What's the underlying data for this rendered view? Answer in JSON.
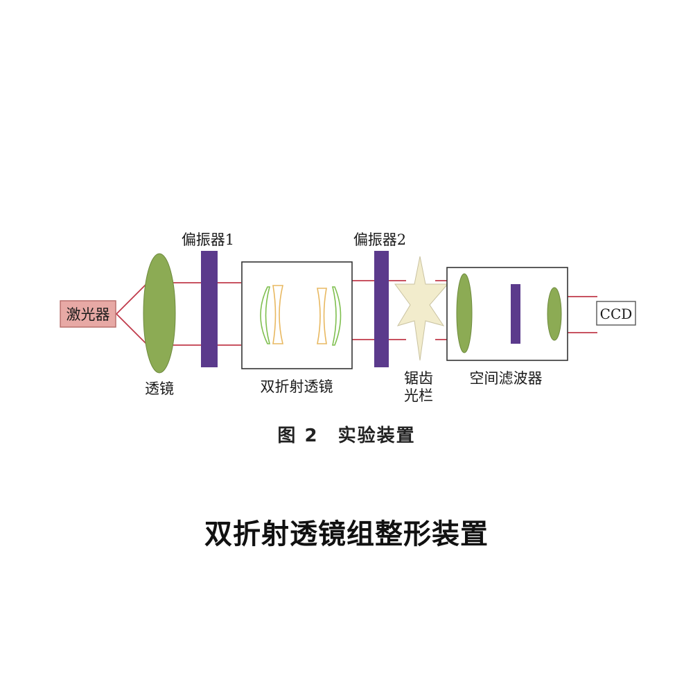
{
  "diagram": {
    "labels": {
      "laser": "激光器",
      "lens": "透镜",
      "polarizer1": "偏振器1",
      "birefringent_lens": "双折射透镜",
      "polarizer2": "偏振器2",
      "sawtooth_line1": "锯齿",
      "sawtooth_line2": "光栏",
      "spatial_filter": "空间滤波器",
      "ccd": "CCD"
    },
    "colors": {
      "beam": "#c0394a",
      "lens_fill": "#8cab54",
      "polarizer_fill": "#5b3a8c",
      "laser_fill": "#e7a9a5",
      "laser_stroke": "#b56a66",
      "green_lens_outline": "#7fbf4f",
      "orange_lens_outline": "#e8b860",
      "aperture_fill": "#f2eccc"
    }
  },
  "figure_caption": {
    "number": "图 2",
    "text": "实验装置"
  },
  "title": "双折射透镜组整形装置"
}
